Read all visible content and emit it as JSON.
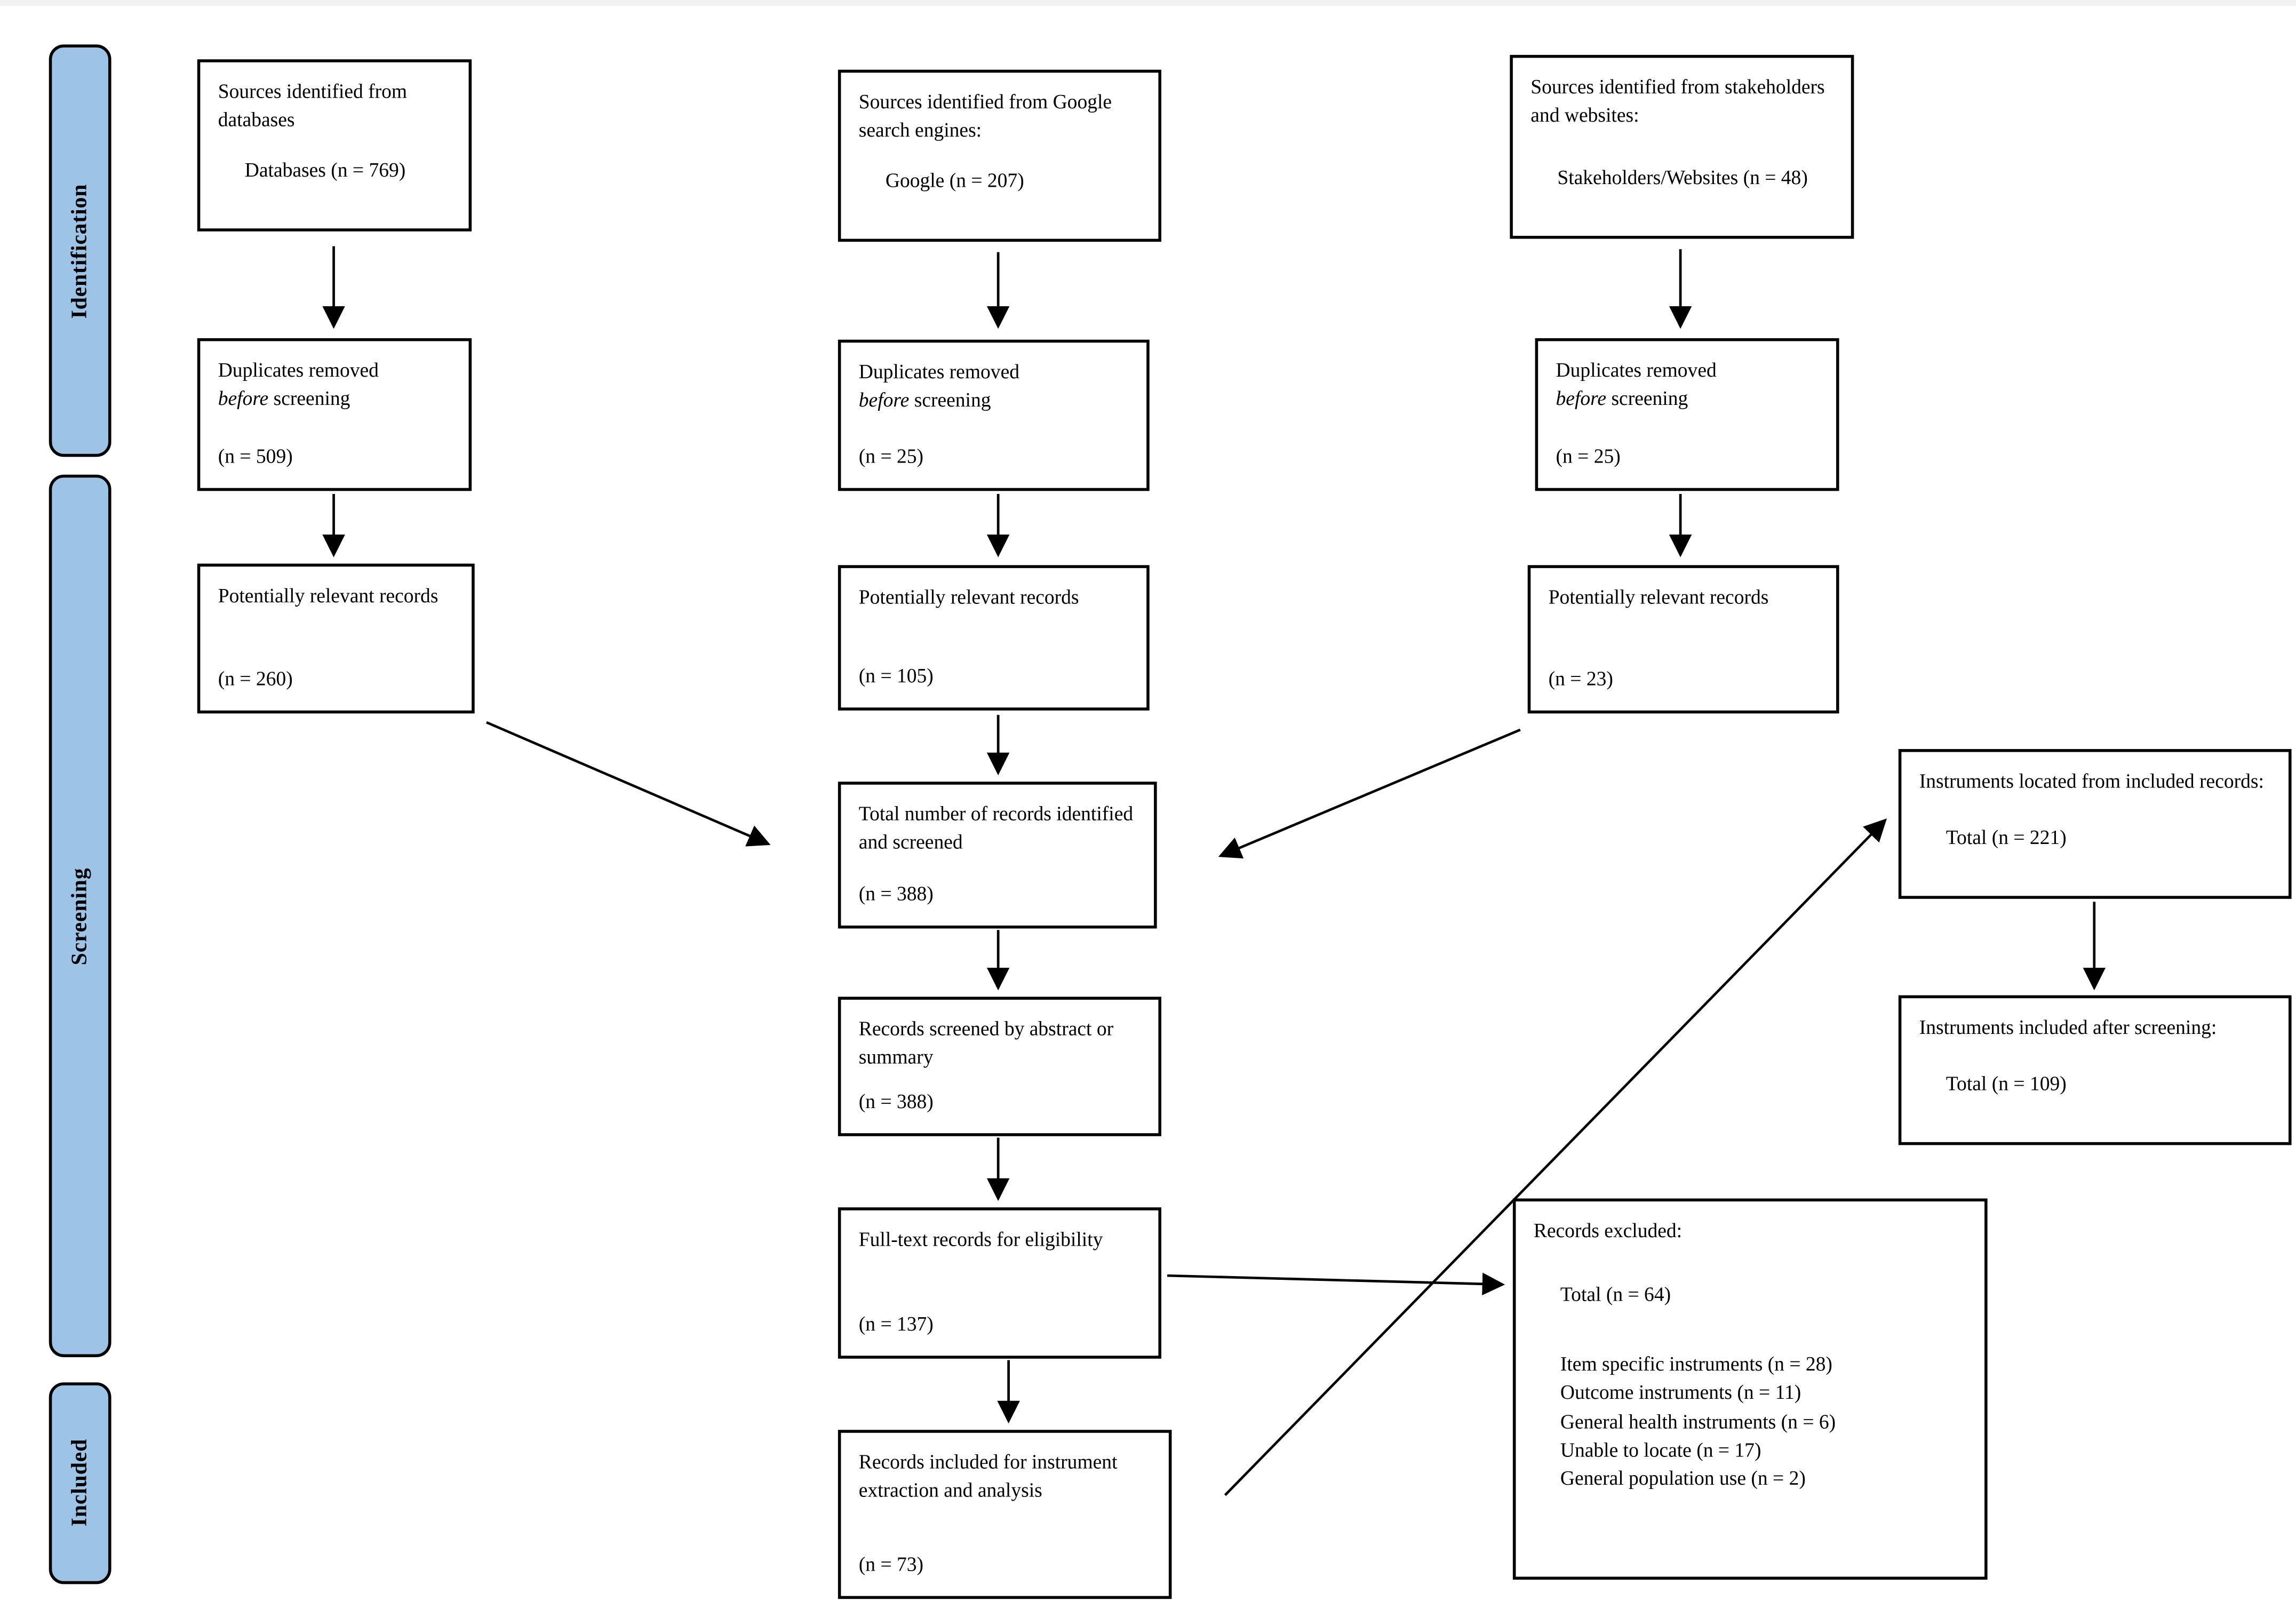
{
  "page": {
    "background": "#ffffff",
    "accent_blue": "#9DC3E6",
    "line_color": "#000000"
  },
  "sidebar": {
    "stages": [
      {
        "label": "Identification"
      },
      {
        "label": "Screening"
      },
      {
        "label": "Included"
      }
    ]
  },
  "flow": {
    "sources_db": {
      "title": "Sources identified from databases",
      "count": "Databases (n = 769)"
    },
    "sources_google": {
      "title": "Sources identified from Google search engines:",
      "count": "Google (n = 207)"
    },
    "sources_stakeholders": {
      "title": "Sources identified from stakeholders and websites:",
      "count": "Stakeholders/Websites (n = 48)"
    },
    "duplicates_db": {
      "lead": "Duplicates removed",
      "italic": "before",
      "tail": " screening",
      "count": "(n = 509)"
    },
    "duplicates_google": {
      "lead": "Duplicates removed",
      "italic": "before",
      "tail": " screening",
      "count": "(n = 25)"
    },
    "duplicates_stakeholders": {
      "lead": "Duplicates removed",
      "italic": "before",
      "tail": " screening",
      "count": "(n = 25)"
    },
    "relevant_db": {
      "title": "Potentially relevant records",
      "count": "(n = 260)"
    },
    "relevant_google": {
      "title": "Potentially relevant records",
      "count": "(n = 105)"
    },
    "relevant_stakeholders": {
      "title": "Potentially relevant records",
      "count": "(n = 23)"
    },
    "total_screened": {
      "title": "Total number of records identified and screened",
      "count": "(n = 388)"
    },
    "abstract_screened": {
      "title": "Records screened by abstract or summary",
      "count": "(n = 388)"
    },
    "fulltext": {
      "title": "Full-text records for eligibility",
      "count": "(n = 137)"
    },
    "included_analysis": {
      "title": "Records included for instrument extraction and analysis",
      "count": "(n = 73)"
    },
    "instruments_located": {
      "title": "Instruments located from included records:",
      "count": "Total (n = 221)"
    },
    "instruments_included": {
      "title": "Instruments included after screening:",
      "count": "Total (n = 109)"
    },
    "records_excluded": {
      "title": "Records excluded:",
      "total": "Total (n = 64)",
      "reasons": [
        "Item specific instruments (n = 28)",
        "Outcome instruments (n = 11)",
        "General health instruments (n = 6)",
        "Unable to locate (n = 17)",
        "General population use (n = 2)"
      ]
    }
  }
}
